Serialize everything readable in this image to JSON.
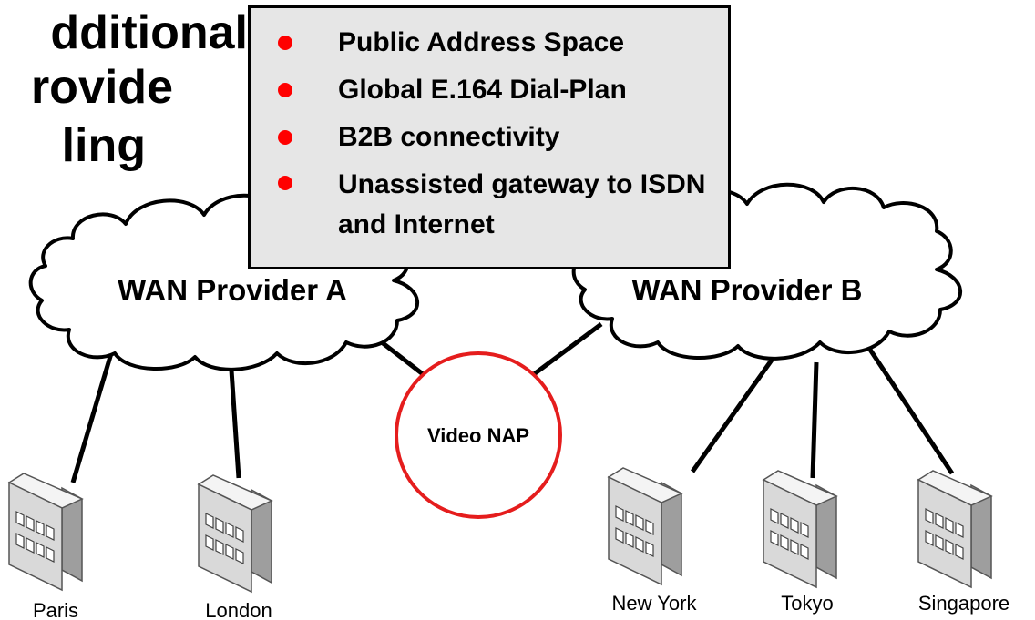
{
  "title": {
    "line1": "dditional",
    "line2": "rovide",
    "line3": "ling"
  },
  "callout": {
    "items": [
      "Public Address Space",
      "Global E.164 Dial-Plan",
      "B2B connectivity",
      "Unassisted gateway to ISDN and Internet"
    ]
  },
  "network": {
    "provider_a": "WAN Provider A",
    "provider_b": "WAN Provider B",
    "nap": "Video NAP",
    "nap_color": "#e51d1d"
  },
  "sites": {
    "paris": "Paris",
    "london": "London",
    "new_york": "New York",
    "tokyo": "Tokyo",
    "singapore": "Singapore"
  }
}
